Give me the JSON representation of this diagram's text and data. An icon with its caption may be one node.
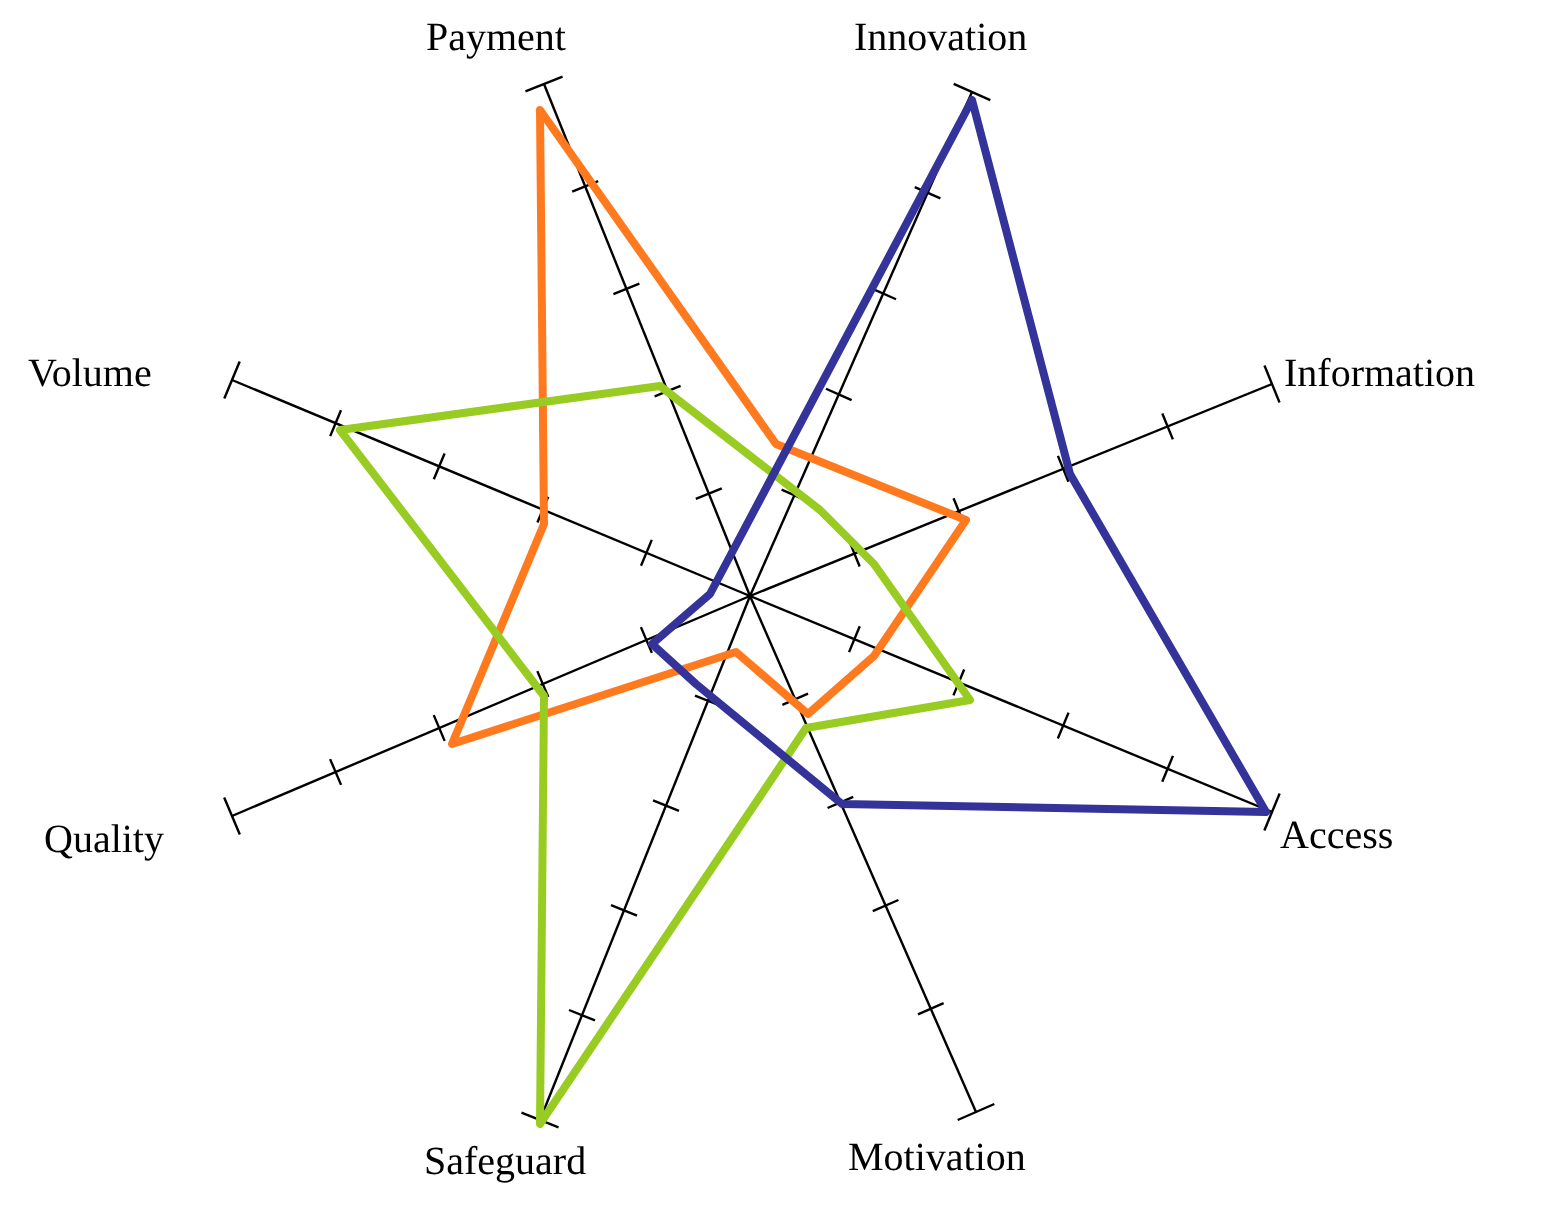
{
  "diagram": {
    "labels": [
      "Payment",
      "Innovation",
      "Volume",
      "Information",
      "Quality",
      "Access",
      "Safeguard",
      "Motivation"
    ]
  }
}
